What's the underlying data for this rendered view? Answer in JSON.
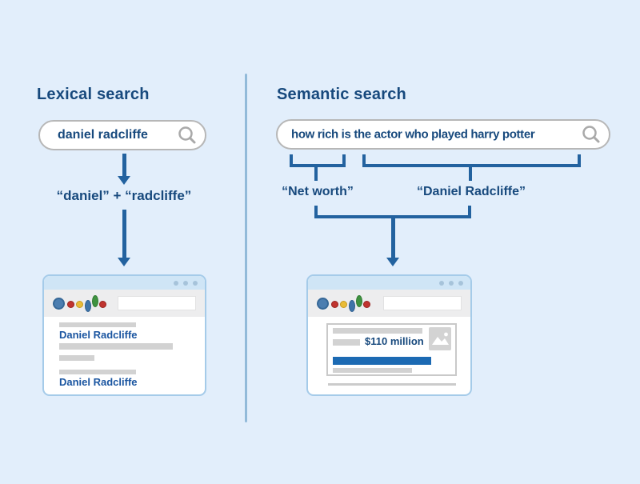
{
  "left": {
    "title": "Lexical search",
    "query": "daniel radcliffe",
    "tokens_label": "“daniel” + “radcliffe”",
    "results": [
      "Daniel Radcliffe",
      "Daniel Radcliffe"
    ]
  },
  "right": {
    "title": "Semantic search",
    "query": "how rich is the actor who played harry potter",
    "extracted": {
      "intent": "“Net worth”",
      "entity": "“Daniel Radcliffe”"
    },
    "result_value": "$110 million"
  },
  "icons": {
    "search": "magnifier-icon",
    "browser_logo": "google-style-dots-logo",
    "image_placeholder": "photo-icon",
    "window_controls": "three-dots"
  },
  "colors": {
    "background": "#e2eefb",
    "heading_text": "#17497d",
    "arrow_blue": "#23629f",
    "divider_blue": "#92bad9",
    "result_link_blue": "#1a55a0",
    "highlight_bar_blue": "#1c6ab3",
    "placeholder_gray": "#d2d2d2",
    "window_border": "#a5cbe9",
    "titlebar_blue": "#cfe5f6"
  }
}
